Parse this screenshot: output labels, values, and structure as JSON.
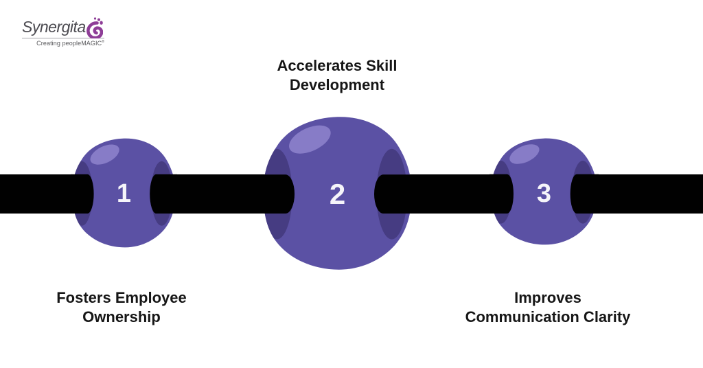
{
  "logo": {
    "brand": "Synergita",
    "tagline": "Creating peopleMAGIC",
    "tagline_mark": "®",
    "brand_color": "#4B4A50",
    "icon_color": "#8E3D97"
  },
  "diagram": {
    "type": "numbered-bead-thread",
    "bar_color": "#010101",
    "bead_color": "#5B51A4",
    "bead_hole_color": "#463C82",
    "bead_highlight_color": "#877CC7",
    "number_color": "#F6F5FA",
    "label_color": "#161616",
    "steps": [
      {
        "number": "1",
        "label_line1": "Fosters Employee",
        "label_line2": "Ownership",
        "label_position": "below"
      },
      {
        "number": "2",
        "label_line1": "Accelerates Skill",
        "label_line2": "Development",
        "label_position": "above"
      },
      {
        "number": "3",
        "label_line1": "Improves",
        "label_line2": "Communication Clarity",
        "label_position": "below"
      }
    ]
  }
}
